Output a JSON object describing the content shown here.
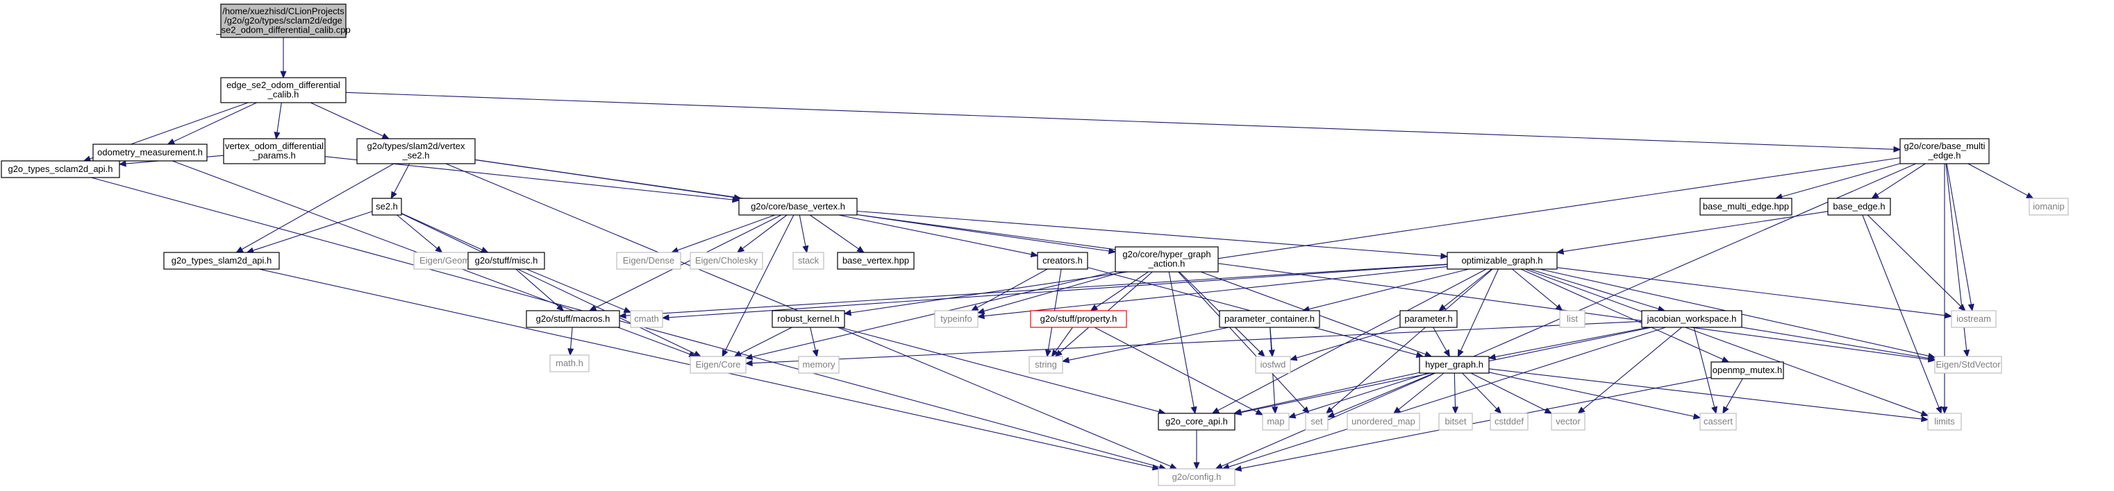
{
  "colors": {
    "edge": "#191970",
    "root_fill": "#bfbfbf",
    "root_stroke": "#000000",
    "documented_stroke": "#000000",
    "undocumented_stroke": "#bfbfbf",
    "undocumented_text": "#7f7f7f",
    "missing_stroke": "#ff0000",
    "node_fill": "#ffffff",
    "text": "#000000"
  },
  "nodes": [
    {
      "id": "root",
      "kind": "root",
      "lines": [
        "/home/xuezhisd/CLionProjects",
        "/g2o/g2o/types/sclam2d/edge",
        "_se2_odom_differential_calib.cpp"
      ]
    },
    {
      "id": "edge_h",
      "kind": "documented",
      "lines": [
        "edge_se2_odom_differential",
        "_calib.h"
      ]
    },
    {
      "id": "odom_meas",
      "kind": "documented",
      "lines": [
        "odometry_measurement.h"
      ]
    },
    {
      "id": "vertex_odom",
      "kind": "documented",
      "lines": [
        "vertex_odom_differential",
        "_params.h"
      ]
    },
    {
      "id": "vertex_se2",
      "kind": "documented",
      "lines": [
        "g2o/types/slam2d/vertex",
        "_se2.h"
      ]
    },
    {
      "id": "base_multi",
      "kind": "documented",
      "lines": [
        "g2o/core/base_multi",
        "_edge.h"
      ]
    },
    {
      "id": "sclam_api",
      "kind": "documented",
      "lines": [
        "g2o_types_sclam2d_api.h"
      ]
    },
    {
      "id": "base_vertex",
      "kind": "documented",
      "lines": [
        "g2o/core/base_vertex.h"
      ]
    },
    {
      "id": "se2",
      "kind": "documented",
      "lines": [
        "se2.h"
      ]
    },
    {
      "id": "base_multi_hpp",
      "kind": "documented",
      "lines": [
        "base_multi_edge.hpp"
      ]
    },
    {
      "id": "base_edge",
      "kind": "documented",
      "lines": [
        "base_edge.h"
      ]
    },
    {
      "id": "iomanip",
      "kind": "undocumented",
      "lines": [
        "iomanip"
      ]
    },
    {
      "id": "slam2d_api",
      "kind": "documented",
      "lines": [
        "g2o_types_slam2d_api.h"
      ]
    },
    {
      "id": "eigen_geom",
      "kind": "undocumented",
      "lines": [
        "Eigen/Geometry"
      ]
    },
    {
      "id": "misc",
      "kind": "documented",
      "lines": [
        "g2o/stuff/misc.h"
      ]
    },
    {
      "id": "eigen_dense",
      "kind": "undocumented",
      "lines": [
        "Eigen/Dense"
      ]
    },
    {
      "id": "eigen_chol",
      "kind": "undocumented",
      "lines": [
        "Eigen/Cholesky"
      ]
    },
    {
      "id": "stack",
      "kind": "undocumented",
      "lines": [
        "stack"
      ]
    },
    {
      "id": "base_vertex_hpp",
      "kind": "documented",
      "lines": [
        "base_vertex.hpp"
      ]
    },
    {
      "id": "creators",
      "kind": "documented",
      "lines": [
        "creators.h"
      ]
    },
    {
      "id": "hga",
      "kind": "documented",
      "lines": [
        "g2o/core/hyper_graph",
        "_action.h"
      ]
    },
    {
      "id": "opt_graph",
      "kind": "documented",
      "lines": [
        "optimizable_graph.h"
      ]
    },
    {
      "id": "macros",
      "kind": "documented",
      "lines": [
        "g2o/stuff/macros.h"
      ]
    },
    {
      "id": "cmath",
      "kind": "undocumented",
      "lines": [
        "cmath"
      ]
    },
    {
      "id": "robust",
      "kind": "documented",
      "lines": [
        "robust_kernel.h"
      ]
    },
    {
      "id": "typeinfo",
      "kind": "undocumented",
      "lines": [
        "typeinfo"
      ]
    },
    {
      "id": "property",
      "kind": "missing",
      "lines": [
        "g2o/stuff/property.h"
      ]
    },
    {
      "id": "param_cont",
      "kind": "documented",
      "lines": [
        "parameter_container.h"
      ]
    },
    {
      "id": "parameter",
      "kind": "documented",
      "lines": [
        "parameter.h"
      ]
    },
    {
      "id": "list",
      "kind": "undocumented",
      "lines": [
        "list"
      ]
    },
    {
      "id": "jacobian",
      "kind": "documented",
      "lines": [
        "jacobian_workspace.h"
      ]
    },
    {
      "id": "iostream",
      "kind": "undocumented",
      "lines": [
        "iostream"
      ]
    },
    {
      "id": "mathh",
      "kind": "undocumented",
      "lines": [
        "math.h"
      ]
    },
    {
      "id": "eigen_core",
      "kind": "undocumented",
      "lines": [
        "Eigen/Core"
      ]
    },
    {
      "id": "memory",
      "kind": "undocumented",
      "lines": [
        "memory"
      ]
    },
    {
      "id": "string",
      "kind": "undocumented",
      "lines": [
        "string"
      ]
    },
    {
      "id": "iosfwd",
      "kind": "undocumented",
      "lines": [
        "iosfwd"
      ]
    },
    {
      "id": "hyper_graph",
      "kind": "documented",
      "lines": [
        "hyper_graph.h"
      ]
    },
    {
      "id": "openmp",
      "kind": "documented",
      "lines": [
        "openmp_mutex.h"
      ]
    },
    {
      "id": "eigen_stdvec",
      "kind": "undocumented",
      "lines": [
        "Eigen/StdVector"
      ]
    },
    {
      "id": "core_api",
      "kind": "documented",
      "lines": [
        "g2o_core_api.h"
      ]
    },
    {
      "id": "map",
      "kind": "undocumented",
      "lines": [
        "map"
      ]
    },
    {
      "id": "set",
      "kind": "undocumented",
      "lines": [
        "set"
      ]
    },
    {
      "id": "unordered_map",
      "kind": "undocumented",
      "lines": [
        "unordered_map"
      ]
    },
    {
      "id": "bitset",
      "kind": "undocumented",
      "lines": [
        "bitset"
      ]
    },
    {
      "id": "cstddef",
      "kind": "undocumented",
      "lines": [
        "cstddef"
      ]
    },
    {
      "id": "vector",
      "kind": "undocumented",
      "lines": [
        "vector"
      ]
    },
    {
      "id": "cassert",
      "kind": "undocumented",
      "lines": [
        "cassert"
      ]
    },
    {
      "id": "limits",
      "kind": "undocumented",
      "lines": [
        "limits"
      ]
    },
    {
      "id": "config",
      "kind": "undocumented",
      "lines": [
        "g2o/config.h"
      ]
    }
  ],
  "edges": [
    [
      "root",
      "edge_h"
    ],
    [
      "edge_h",
      "odom_meas"
    ],
    [
      "edge_h",
      "vertex_odom"
    ],
    [
      "edge_h",
      "vertex_se2"
    ],
    [
      "edge_h",
      "base_multi"
    ],
    [
      "edge_h",
      "sclam_api"
    ],
    [
      "odom_meas",
      "sclam_api"
    ],
    [
      "odom_meas",
      "eigen_core"
    ],
    [
      "vertex_odom",
      "sclam_api"
    ],
    [
      "vertex_odom",
      "base_vertex"
    ],
    [
      "vertex_se2",
      "base_vertex"
    ],
    [
      "vertex_se2",
      "se2"
    ],
    [
      "vertex_se2",
      "slam2d_api"
    ],
    [
      "vertex_se2",
      "hga"
    ],
    [
      "vertex_se2",
      "config"
    ],
    [
      "base_multi",
      "base_multi_hpp"
    ],
    [
      "base_multi",
      "base_edge"
    ],
    [
      "base_multi",
      "iomanip"
    ],
    [
      "base_multi",
      "iostream"
    ],
    [
      "base_multi",
      "limits"
    ],
    [
      "base_multi",
      "eigen_stdvec"
    ],
    [
      "base_multi",
      "robust"
    ],
    [
      "base_multi",
      "config"
    ],
    [
      "sclam_api",
      "config"
    ],
    [
      "base_vertex",
      "opt_graph"
    ],
    [
      "base_vertex",
      "creators"
    ],
    [
      "base_vertex",
      "base_vertex_hpp"
    ],
    [
      "base_vertex",
      "eigen_dense"
    ],
    [
      "base_vertex",
      "eigen_chol"
    ],
    [
      "base_vertex",
      "stack"
    ],
    [
      "base_vertex",
      "macros"
    ],
    [
      "base_vertex",
      "eigen_stdvec"
    ],
    [
      "base_vertex",
      "eigen_core"
    ],
    [
      "se2",
      "slam2d_api"
    ],
    [
      "se2",
      "eigen_geom"
    ],
    [
      "se2",
      "misc"
    ],
    [
      "se2",
      "eigen_core"
    ],
    [
      "base_edge",
      "opt_graph"
    ],
    [
      "base_edge",
      "iostream"
    ],
    [
      "base_edge",
      "limits"
    ],
    [
      "slam2d_api",
      "config"
    ],
    [
      "misc",
      "macros"
    ],
    [
      "misc",
      "cmath"
    ],
    [
      "creators",
      "hyper_graph"
    ],
    [
      "creators",
      "typeinfo"
    ],
    [
      "creators",
      "string"
    ],
    [
      "hga",
      "hyper_graph"
    ],
    [
      "hga",
      "property"
    ],
    [
      "hga",
      "typeinfo"
    ],
    [
      "hga",
      "iosfwd"
    ],
    [
      "hga",
      "set"
    ],
    [
      "hga",
      "string"
    ],
    [
      "hga",
      "core_api"
    ],
    [
      "hga",
      "eigen_core"
    ],
    [
      "opt_graph",
      "set"
    ],
    [
      "opt_graph",
      "iostream"
    ],
    [
      "opt_graph",
      "list"
    ],
    [
      "opt_graph",
      "hyper_graph"
    ],
    [
      "opt_graph",
      "parameter"
    ],
    [
      "opt_graph",
      "param_cont"
    ],
    [
      "opt_graph",
      "jacobian"
    ],
    [
      "opt_graph",
      "openmp"
    ],
    [
      "opt_graph",
      "limits"
    ],
    [
      "opt_graph",
      "core_api"
    ],
    [
      "opt_graph",
      "typeinfo"
    ],
    [
      "opt_graph",
      "macros"
    ],
    [
      "opt_graph",
      "cmath"
    ],
    [
      "opt_graph",
      "eigen_stdvec"
    ],
    [
      "macros",
      "mathh"
    ],
    [
      "robust",
      "eigen_core"
    ],
    [
      "robust",
      "memory"
    ],
    [
      "robust",
      "core_api"
    ],
    [
      "property",
      "string"
    ],
    [
      "property",
      "map"
    ],
    [
      "param_cont",
      "iosfwd"
    ],
    [
      "param_cont",
      "map"
    ],
    [
      "param_cont",
      "string"
    ],
    [
      "parameter",
      "iosfwd"
    ],
    [
      "parameter",
      "hyper_graph"
    ],
    [
      "jacobian",
      "eigen_stdvec"
    ],
    [
      "jacobian",
      "eigen_core"
    ],
    [
      "jacobian",
      "cassert"
    ],
    [
      "jacobian",
      "vector"
    ],
    [
      "jacobian",
      "hyper_graph"
    ],
    [
      "jacobian",
      "core_api"
    ],
    [
      "jacobian",
      "config"
    ],
    [
      "hyper_graph",
      "map"
    ],
    [
      "hyper_graph",
      "set"
    ],
    [
      "hyper_graph",
      "unordered_map"
    ],
    [
      "hyper_graph",
      "bitset"
    ],
    [
      "hyper_graph",
      "cstddef"
    ],
    [
      "hyper_graph",
      "vector"
    ],
    [
      "hyper_graph",
      "cassert"
    ],
    [
      "hyper_graph",
      "limits"
    ],
    [
      "hyper_graph",
      "core_api"
    ],
    [
      "openmp",
      "cassert"
    ],
    [
      "openmp",
      "config"
    ],
    [
      "core_api",
      "config"
    ]
  ]
}
